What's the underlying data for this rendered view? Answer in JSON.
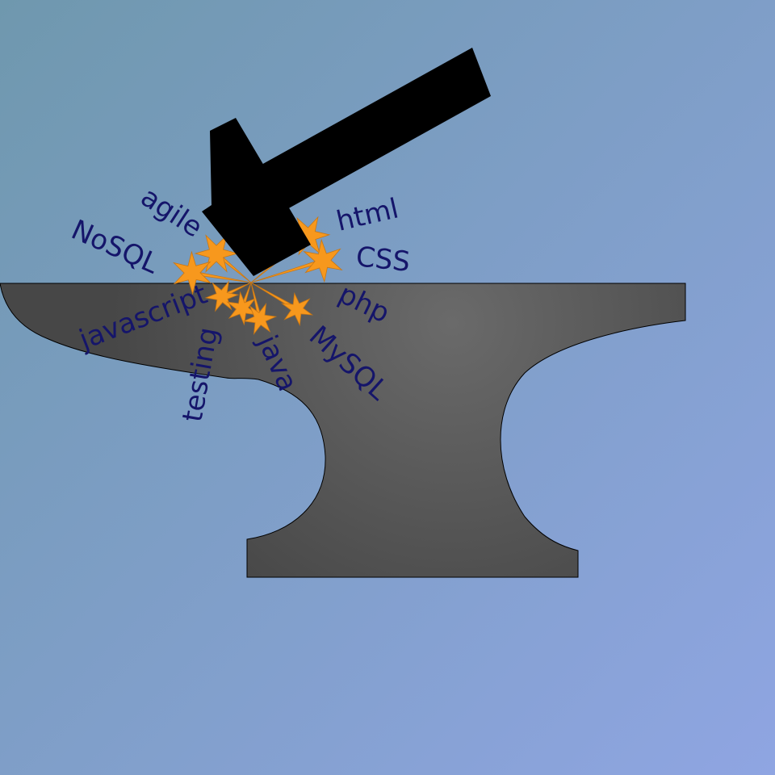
{
  "colors": {
    "background_start": "#6f98ae",
    "background_end": "#8fa5e2",
    "anvil_light": "#6a6a6a",
    "anvil_dark": "#474747",
    "hammer": "#000000",
    "spark": "#f7981d",
    "spark_stroke": "#c97714",
    "text": "#15156a"
  },
  "skills": [
    {
      "label": "agile"
    },
    {
      "label": "NoSQL"
    },
    {
      "label": "javascript"
    },
    {
      "label": "testing"
    },
    {
      "label": "java"
    },
    {
      "label": "MySQL"
    },
    {
      "label": "php"
    },
    {
      "label": "CSS"
    },
    {
      "label": "html"
    }
  ]
}
